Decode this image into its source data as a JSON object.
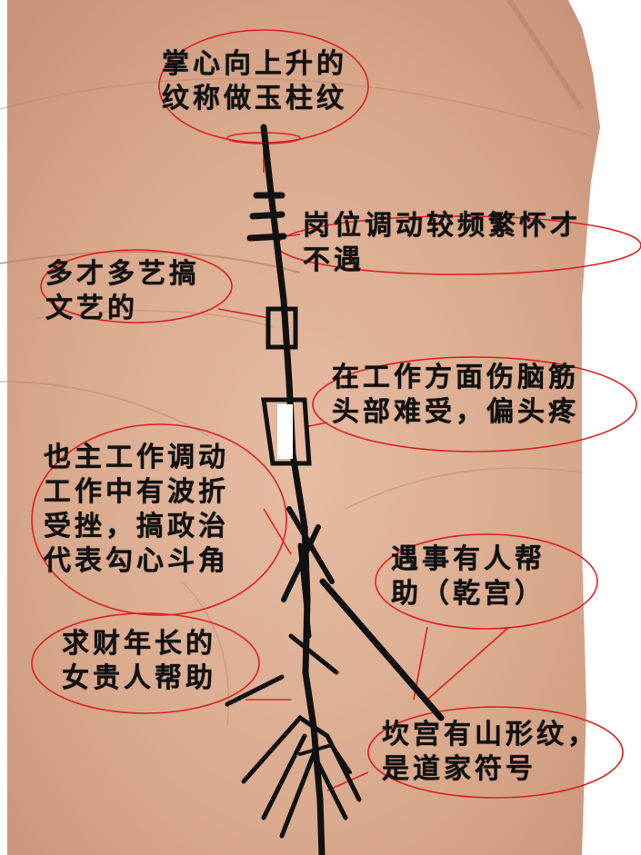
{
  "annotations": {
    "top": {
      "line1": "掌心向上升的",
      "line2": "纹称做玉柱纹"
    },
    "job": {
      "line1": "岗位调动较频繁怀才",
      "line2": "不遇"
    },
    "arts": {
      "line1": "多才多艺搞",
      "line2": "文艺的"
    },
    "brain": {
      "line1": "在工作方面伤脑筋",
      "line2": "头部难受，偏头疼"
    },
    "work": {
      "line1": "也主工作调动",
      "line2": "工作中有波折",
      "line3": "受挫，搞政治",
      "line4": "代表勾心斗角"
    },
    "help": {
      "line1": "遇事有人帮",
      "line2": "助（乾宫）"
    },
    "wealth": {
      "line1": "求财年长的",
      "line2": "女贵人帮助"
    },
    "kan": {
      "line1": "坎宫有山形纹，",
      "line2": "是道家符号"
    }
  },
  "colors": {
    "skin": "#dcae94",
    "ink": "#111111",
    "circle": "#e02020"
  }
}
